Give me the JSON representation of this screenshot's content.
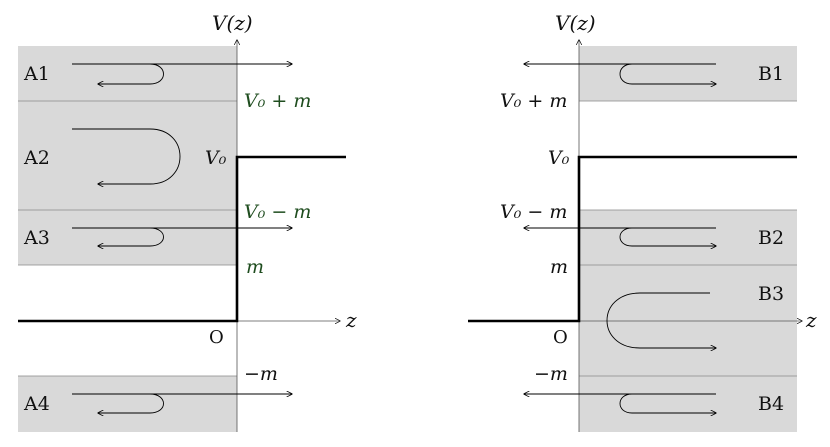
{
  "left_panel": {
    "axis_v_label": "V(z)",
    "axis_z_label": "z",
    "origin_label": "O",
    "v0_label": "V₀",
    "v0_plus_m_label": "V₀ + m",
    "v0_minus_m_label": "V₀ − m",
    "m_label": "m",
    "neg_m_label": "−m",
    "regions": [
      "A1",
      "A2",
      "A3",
      "A4"
    ]
  },
  "right_panel": {
    "axis_v_label": "V(z)",
    "axis_z_label": "z",
    "origin_label": "O",
    "v0_label": "V₀",
    "v0_plus_m_label": "V₀ + m",
    "v0_minus_m_label": "V₀ − m",
    "m_label": "m",
    "neg_m_label": "−m",
    "regions": [
      "B1",
      "B2",
      "B3",
      "B4"
    ]
  },
  "colors": {
    "band_fill": "#d9d9d9",
    "potential_line": "#000000",
    "label_green": "#1f4d1f"
  }
}
